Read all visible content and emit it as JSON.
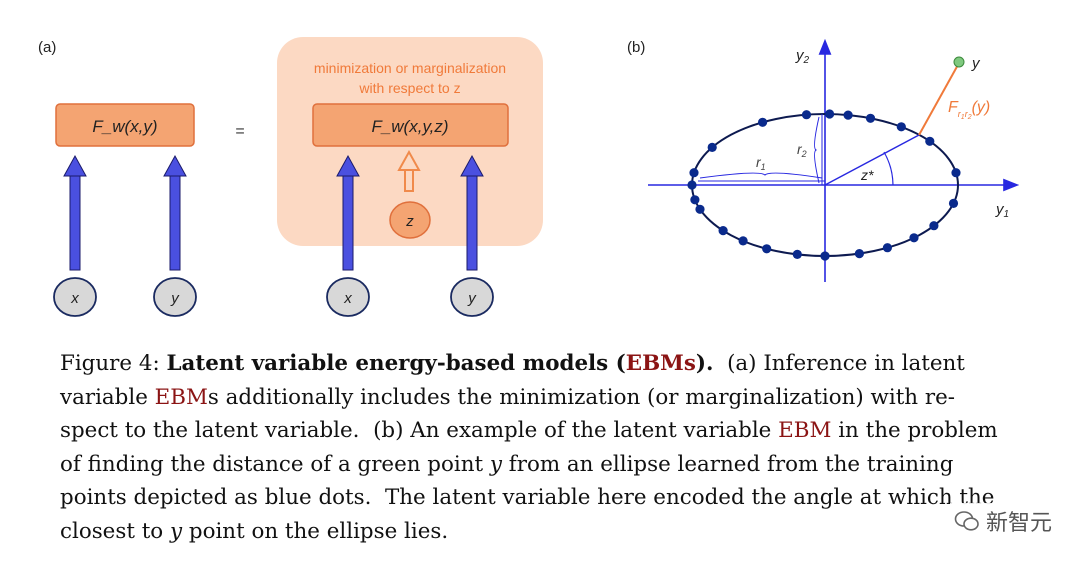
{
  "panel_a": {
    "label": "(a)",
    "left_box": "F_w(x,y)",
    "equals": "=",
    "group_title_line1": "minimization or marginalization",
    "group_title_line2": "with respect to z",
    "right_box": "F_w(x,y,z)",
    "latent": "z",
    "inputs": [
      "x",
      "y",
      "x",
      "y"
    ],
    "colors": {
      "box": "#f4a472",
      "box_border": "#e0703c",
      "group_bg": "#fcd9c3",
      "arrow": "#4a50e0",
      "latent_arrow": "#f08a4b",
      "node": "#d8d8d8",
      "title_text": "#f07a3a"
    }
  },
  "panel_b": {
    "label": "(b)",
    "y1_label": "y1",
    "y2_label": "y2",
    "r1_label": "r1",
    "r2_label": "r2",
    "angle_label": "z*",
    "point_label": "y",
    "energy_label": "F_r1r2(y)",
    "colors": {
      "axis": "#2828e0",
      "ellipse": "#0d1a50",
      "dots": "#0a2a8c",
      "green": "#7fc97f",
      "energy": "#f07a3a"
    }
  },
  "caption": {
    "line1_prefix": "Figure 4: ",
    "line1_bold_a": "Latent variable energy-based models (",
    "line1_bold_ebm": "EBMs",
    "line1_bold_b": ").",
    "line1_rest": "  (a) Inference in latent",
    "line2_a": "variable ",
    "line2_ebm": "EBM",
    "line2_b": "s additionally includes the minimization (or marginalization) with re-",
    "line3_a": "spect to the latent variable.  (b) An example of the latent variable ",
    "line3_ebm": "EBM",
    "line3_b": " in the problem",
    "line4_a": "of finding the distance of a green point ",
    "line4_y": "y",
    "line4_b": " from an ellipse learned from the training",
    "line5": "points depicted as blue dots.  The latent variable here encoded the angle at which the",
    "line6_a": "closest to ",
    "line6_y": "y",
    "line6_b": " point on the ellipse lies."
  },
  "watermark": {
    "text": "新智元"
  }
}
